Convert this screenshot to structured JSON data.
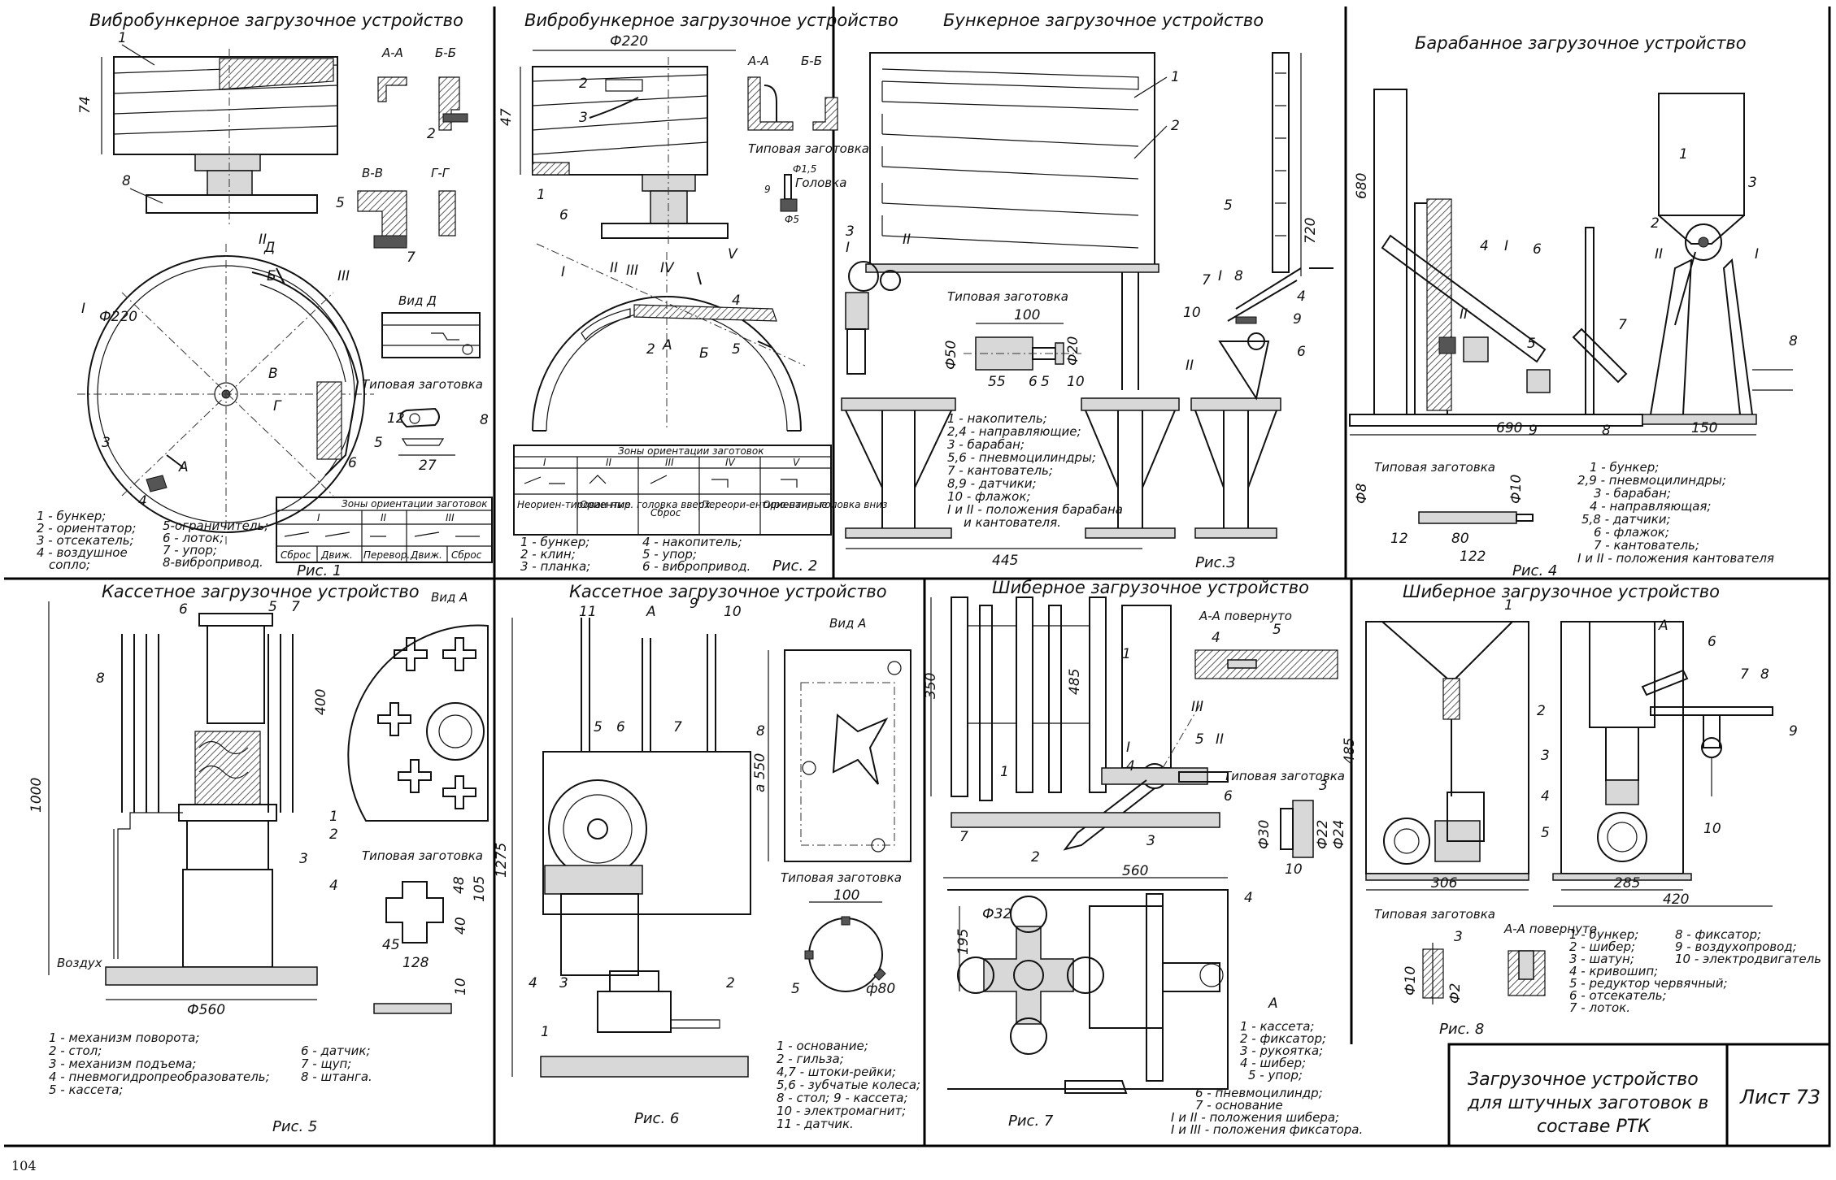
{
  "sheet": {
    "page_number": "104",
    "stamp_title": [
      "Загрузочное устройство",
      "для штучных заготовок в",
      "составе РТК"
    ],
    "sheet_label": "Лист 73"
  },
  "panels": {
    "p1": {
      "title": "Вибробункерное загрузочное устройство",
      "figure": "Рис. 1",
      "sections": [
        "А-А",
        "Б-Б",
        "В-В",
        "Г-Г",
        "Вид Д"
      ],
      "workpiece_title": "Типовая заготовка",
      "dims": {
        "h": "74",
        "dia": "Ф220",
        "w12": "12",
        "w8": "8",
        "w5": "5",
        "w27": "27"
      },
      "numbers": [
        "1",
        "2",
        "3",
        "4",
        "5",
        "6",
        "7",
        "8"
      ],
      "marks": [
        "I",
        "II",
        "III",
        "Б",
        "В",
        "Г",
        "А",
        "Д"
      ],
      "legend": [
        "1 - бункер;",
        "2 - ориентатор;",
        "3 - отсекатель;",
        "4 - воздушное",
        "сопло;",
        "5-ограничитель;",
        "6 - лоток;",
        "7 - упор;",
        "8-вибропривод."
      ],
      "zones_table": {
        "title": "Зоны ориентации заготовок",
        "cols": [
          "I",
          "II",
          "III"
        ],
        "cells": [
          "Сброс",
          "Движ.",
          "Перевор.",
          "Движ.",
          "Сброс"
        ]
      }
    },
    "p2": {
      "title": "Вибробункерное загрузочное устройство",
      "figure": "Рис. 2",
      "sections": [
        "А-А",
        "Б-Б"
      ],
      "workpiece_title": "Типовая заготовка",
      "head_label": "Головка",
      "dims": {
        "dia": "Ф220",
        "h": "47",
        "d15": "Ф1,5",
        "d5": "Ф5",
        "h9": "9"
      },
      "numbers": [
        "1",
        "2",
        "3",
        "4",
        "5",
        "6"
      ],
      "marks": [
        "I",
        "II",
        "III",
        "IV",
        "V",
        "А",
        "Б"
      ],
      "zones_table": {
        "title": "Зоны ориентации заготовок",
        "cols": [
          "I",
          "II",
          "III",
          "IV",
          "V"
        ],
        "cells": [
          "Неориен-тирован-ные",
          "Ориентир. головка вверх",
          "Сброс",
          "Переори-ентиро-ванные",
          "Ориентир. головка вниз"
        ]
      },
      "legend": [
        "1 - бункер;",
        "2 - клин;",
        "3 - планка;",
        "4 - накопитель;",
        "5 - упор;",
        "6 - вибропривод."
      ]
    },
    "p3": {
      "title": "Бункерное загрузочное устройство",
      "figure": "Рис.3",
      "workpiece_title": "Типовая заготовка",
      "dims": {
        "w100": "100",
        "d50": "Ф50",
        "w55": "55",
        "w6": "6",
        "w5": "5",
        "w10": "10",
        "d20": "Ф20",
        "w445": "445",
        "h720": "720"
      },
      "numbers": [
        "1",
        "2",
        "3",
        "4",
        "5",
        "6",
        "7",
        "8",
        "9",
        "10"
      ],
      "marks": [
        "I",
        "II"
      ],
      "legend": [
        "1 - накопитель;",
        "2,4 - направляющие;",
        "3 - барабан;",
        "5,6 - пневмоцилиндры;",
        "7 - кантователь;",
        "8,9 - датчики;",
        "10 - флажок;",
        "I и II - положения барабана",
        "и кантователя."
      ]
    },
    "p4": {
      "title": "Барабанное загрузочное устройство",
      "figure": "Рис. 4",
      "workpiece_title": "Типовая заготовка",
      "dims": {
        "h680": "680",
        "w690": "690",
        "w150": "150",
        "d10": "Ф10",
        "d8": "Ф8",
        "w12": "12",
        "w80": "80",
        "w122": "122"
      },
      "numbers": [
        "1",
        "2",
        "3",
        "4",
        "5",
        "6",
        "7",
        "8",
        "9"
      ],
      "marks": [
        "I",
        "II"
      ],
      "legend": [
        "1 - бункер;",
        "2,9 - пневмоцилиндры;",
        "3 - барабан;",
        "4 - направляющая;",
        "5,8 - датчики;",
        "6 - флажок;",
        "7 - кантователь;",
        "I и II - положения кантователя"
      ]
    },
    "p5": {
      "title": "Кассетное загрузочное устройство",
      "figure": "Рис. 5",
      "view_label": "Вид А",
      "workpiece_title": "Типовая заготовка",
      "air_label": "Воздух",
      "dims": {
        "h1000": "1000",
        "h400": "400",
        "d560": "Ф560",
        "w45": "45",
        "w128": "128",
        "h48": "48",
        "h105": "105",
        "h40": "40",
        "h10": "10"
      },
      "numbers": [
        "1",
        "2",
        "3",
        "4",
        "5",
        "6",
        "7",
        "8"
      ],
      "marks": [
        "А"
      ],
      "legend": [
        "1 - механизм поворота;",
        "2 - стол;",
        "3 - механизм подъема;",
        "4 - пневмогидропреобразователь;",
        "5 - кассета;",
        "6 - датчик;",
        "7 - щуп;",
        "8 - штанга."
      ]
    },
    "p6": {
      "title": "Кассетное загрузочное устройство",
      "figure": "Рис. 6",
      "view_label": "Вид А",
      "workpiece_title": "Типовая заготовка",
      "dims": {
        "h1275": "1275",
        "a550": "а 550",
        "w100": "100",
        "d80": "ф80",
        "w5": "5"
      },
      "numbers": [
        "1",
        "2",
        "3",
        "4",
        "5",
        "6",
        "7",
        "8",
        "9",
        "10",
        "11"
      ],
      "marks": [
        "А"
      ],
      "legend": [
        "1 - основание;",
        "2 - гильза;",
        "4,7 - штоки-рейки;",
        "5,6 - зубчатые колеса;",
        "8 - стол; 9 - кассета;",
        "10 - электромагнит;",
        "11 - датчик."
      ]
    },
    "p7": {
      "title": "Шиберное загрузочное устройство",
      "figure": "Рис. 7",
      "section_label": "А-А повернуто",
      "workpiece_title": "Типовая заготовка",
      "dims": {
        "h350": "350",
        "h485": "485",
        "w560": "560",
        "h195": "195",
        "d32": "Ф32",
        "d30": "Ф30",
        "d22": "Ф22",
        "d24": "Ф24",
        "w10": "10",
        "w3": "3",
        "h1": "1"
      },
      "numbers": [
        "1",
        "2",
        "3",
        "4",
        "5",
        "6",
        "7"
      ],
      "marks": [
        "I",
        "II",
        "III",
        "А"
      ],
      "legend": [
        "1 - кассета;",
        "2 - фиксатор;",
        "3 - рукоятка;",
        "4 - шибер;",
        "5 - упор;",
        "6 - пневмоцилиндр;",
        "7 - основание",
        "I и II - положения шибера;",
        "I и III - положения фиксатора."
      ]
    },
    "p8": {
      "title": "Шиберное загрузочное устройство",
      "figure": "Рис. 8",
      "section_label": "А-А повернуто",
      "workpiece_title": "Типовая заготовка",
      "dims": {
        "h485": "485",
        "w306": "306",
        "w285": "285",
        "w420": "420",
        "w3": "3",
        "d10": "Ф10",
        "d2": "Ф2"
      },
      "numbers": [
        "1",
        "2",
        "3",
        "4",
        "5",
        "6",
        "7",
        "8",
        "9",
        "10"
      ],
      "marks": [
        "А"
      ],
      "legend": [
        "1 - бункер;",
        "2 - шибер;",
        "3 - шатун;",
        "4 - кривошип;",
        "5 - редуктор червячный;",
        "6 - отсекатель;",
        "7 - лоток.",
        "8 - фиксатор;",
        "9 - воздухопровод;",
        "10 - электродвигатель"
      ]
    }
  },
  "colors": {
    "ink": "#111111",
    "paper": "#ffffff",
    "hatch": "#555555"
  }
}
